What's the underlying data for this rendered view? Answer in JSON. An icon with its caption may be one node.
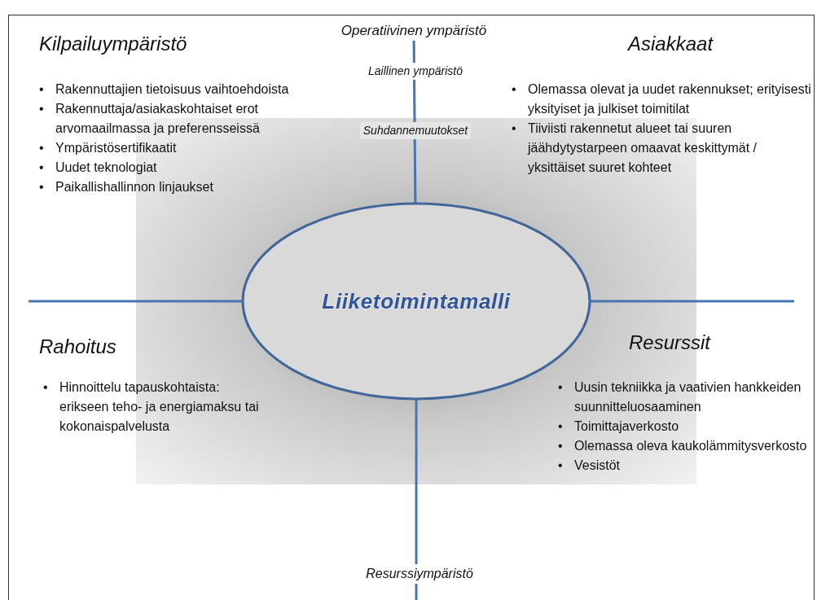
{
  "diagram": {
    "nodes": [
      {
        "text": [
          "Liiketoimintamalli"
        ]
      },
      {
        "text": [
          "Operatiivinen ympäristö"
        ]
      }
    ],
    "edges": [
      {
        "from": 0,
        "to": 1,
        "arrow": "none"
      },
      {
        "from": 0,
        "to": null,
        "arrow": "none"
      },
      {
        "from": 0,
        "to": null,
        "arrow": "none"
      },
      {
        "from": 0,
        "to": null,
        "arrow": "none"
      }
    ],
    "labels": [
      "Kilpailuympäristö",
      "Asiakkaat",
      "Laillinen ympäristö",
      "•",
      "Rakennuttajien tietoisuus vaihtoehdoista",
      "•",
      "Rakennuttaja/asiakaskohtaiset erot arvomaailmassa ja preferensseissä",
      "•",
      "Ympäristösertifikaatit",
      "•",
      "Uudet teknologiat",
      "•",
      "Paikallishallinnon linjaukset",
      "Suhdannemuutokset",
      "•",
      "Olemassa olevat ja uudet rakennukset; erityisesti yksityiset ja julkiset toimitilat",
      "•",
      "Tiiviisti rakennetut alueet tai suuren jäähdytystarpeen omaavat keskittymät / yksittäiset suuret kohteet",
      "Rahoitus",
      "Resurssit",
      "•",
      "Hinnoittelu tapauskohtaista: erikseen teho- ja energiamaksu tai kokonaispalvelusta",
      "•",
      "Uusin tekniikka ja vaativien hankkeiden suunnitteluosaaminen",
      "•",
      "Toimittajaverkosto",
      "•",
      "Olemassa oleva kaukolämmitysverkosto",
      "•",
      "Vesistöt",
      "Resurssiympäristö"
    ]
  }
}
